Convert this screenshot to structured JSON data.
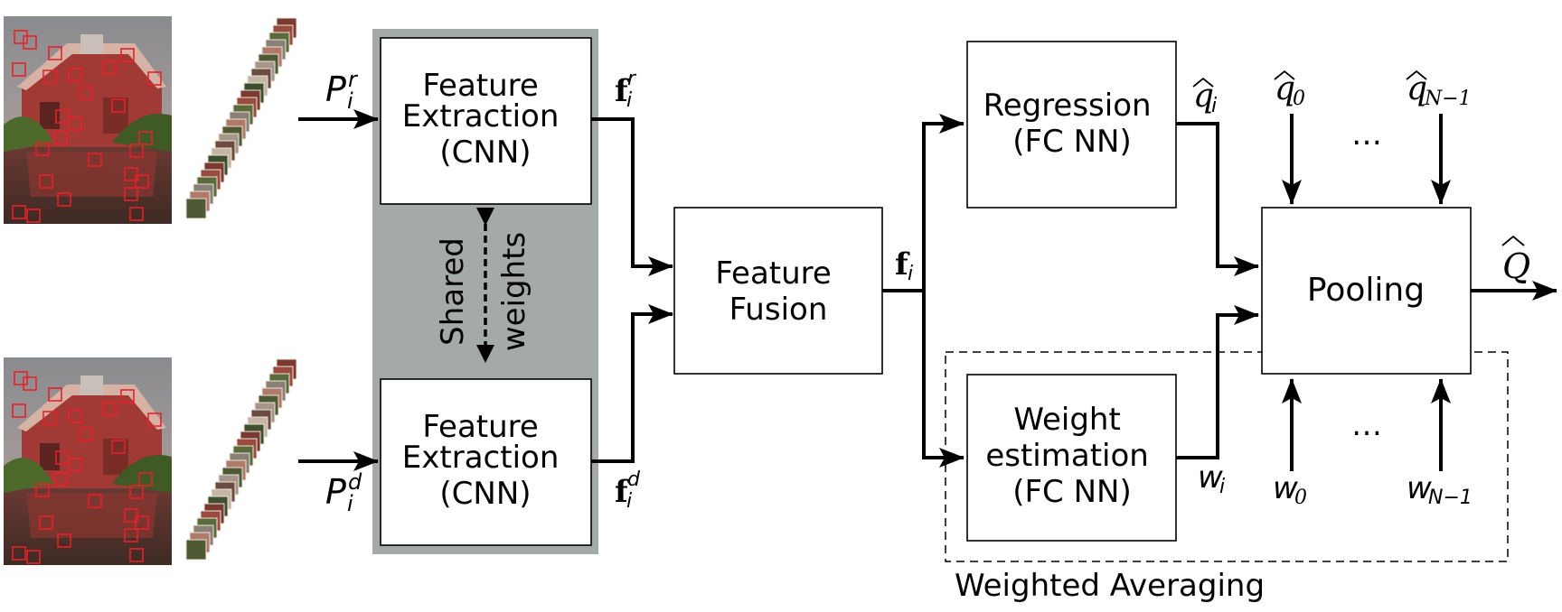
{
  "feature_extraction_top": [
    "Feature",
    "Extraction",
    "(CNN)"
  ],
  "feature_extraction_bottom": [
    "Feature",
    "Extraction",
    "(CNN)"
  ],
  "shared_weights": [
    "Shared",
    "weights"
  ],
  "feature_fusion": [
    "Feature",
    "Fusion"
  ],
  "regression": [
    "Regression",
    "(FC NN)"
  ],
  "weight_estimation": [
    "Weight",
    "estimation",
    "(FC NN)"
  ],
  "pooling": "Pooling",
  "weighted_averaging": "Weighted Averaging",
  "labels": {
    "p_ref": {
      "base": "P",
      "sub": "i",
      "sup": "r"
    },
    "p_dist": {
      "base": "P",
      "sub": "i",
      "sup": "d"
    },
    "f_ref": {
      "base": "f",
      "sub": "i",
      "sup": "r"
    },
    "f_dist": {
      "base": "f",
      "sub": "i",
      "sup": "d"
    },
    "f_i": {
      "base": "f",
      "sub": "i"
    },
    "q_i": {
      "base": "q",
      "sub": "i"
    },
    "q_0": {
      "base": "q",
      "sub": "0"
    },
    "q_n": {
      "base": "q",
      "sub": "N−1"
    },
    "w_i": {
      "base": "w",
      "sub": "i"
    },
    "w_0": {
      "base": "w",
      "sub": "0"
    },
    "w_n": {
      "base": "w",
      "sub": "N−1"
    },
    "Q": {
      "base": "Q"
    },
    "dots_top": "…",
    "dots_bottom": "…"
  },
  "colors": {
    "shared_panel": "#a3aaa8",
    "patch_box": "#e8202a",
    "line": "#000000"
  }
}
